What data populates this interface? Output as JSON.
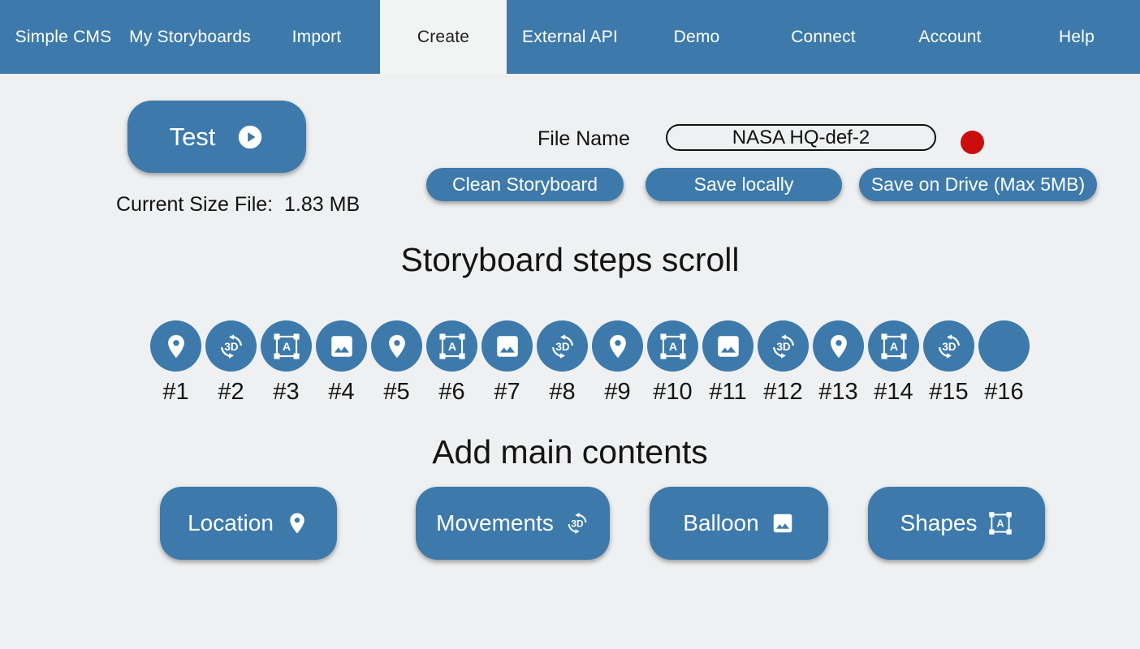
{
  "colors": {
    "accent": "#3d7aab",
    "record_red": "#cc0d0d",
    "page_background": "#eef0f1",
    "active_tab_background": "#f2f3f3"
  },
  "nav": {
    "items": [
      {
        "label": "Simple CMS",
        "active": false
      },
      {
        "label": "My Storyboards",
        "active": false
      },
      {
        "label": "Import",
        "active": false
      },
      {
        "label": "Create",
        "active": true
      },
      {
        "label": "External API",
        "active": false
      },
      {
        "label": "Demo",
        "active": false
      },
      {
        "label": "Connect",
        "active": false
      },
      {
        "label": "Account",
        "active": false
      },
      {
        "label": "Help",
        "active": false
      }
    ]
  },
  "toolbar": {
    "test_label": "Test",
    "current_size_label": "Current Size File:",
    "current_size_value": "1.83 MB",
    "file_name_label": "File Name",
    "file_name_value": "NASA HQ-def-2",
    "action_buttons": [
      {
        "label": "Clean Storyboard"
      },
      {
        "label": "Save locally"
      },
      {
        "label": "Save on Drive (Max 5MB)"
      }
    ]
  },
  "steps": {
    "heading": "Storyboard steps scroll",
    "items": [
      {
        "label": "#1",
        "icon": "location-pin-icon"
      },
      {
        "label": "#2",
        "icon": "rotation-3d-icon"
      },
      {
        "label": "#3",
        "icon": "format-shapes-icon"
      },
      {
        "label": "#4",
        "icon": "image-icon"
      },
      {
        "label": "#5",
        "icon": "location-pin-icon"
      },
      {
        "label": "#6",
        "icon": "format-shapes-icon"
      },
      {
        "label": "#7",
        "icon": "image-icon"
      },
      {
        "label": "#8",
        "icon": "rotation-3d-icon"
      },
      {
        "label": "#9",
        "icon": "location-pin-icon"
      },
      {
        "label": "#10",
        "icon": "format-shapes-icon"
      },
      {
        "label": "#11",
        "icon": "image-icon"
      },
      {
        "label": "#12",
        "icon": "rotation-3d-icon"
      },
      {
        "label": "#13",
        "icon": "location-pin-icon"
      },
      {
        "label": "#14",
        "icon": "format-shapes-icon"
      },
      {
        "label": "#15",
        "icon": "rotation-3d-icon"
      },
      {
        "label": "#16",
        "icon": null
      }
    ]
  },
  "contents": {
    "heading": "Add main contents",
    "buttons": [
      {
        "label": "Location",
        "icon": "location-pin-icon"
      },
      {
        "label": "Movements",
        "icon": "rotation-3d-icon"
      },
      {
        "label": "Balloon",
        "icon": "image-icon"
      },
      {
        "label": "Shapes",
        "icon": "format-shapes-icon"
      }
    ]
  }
}
